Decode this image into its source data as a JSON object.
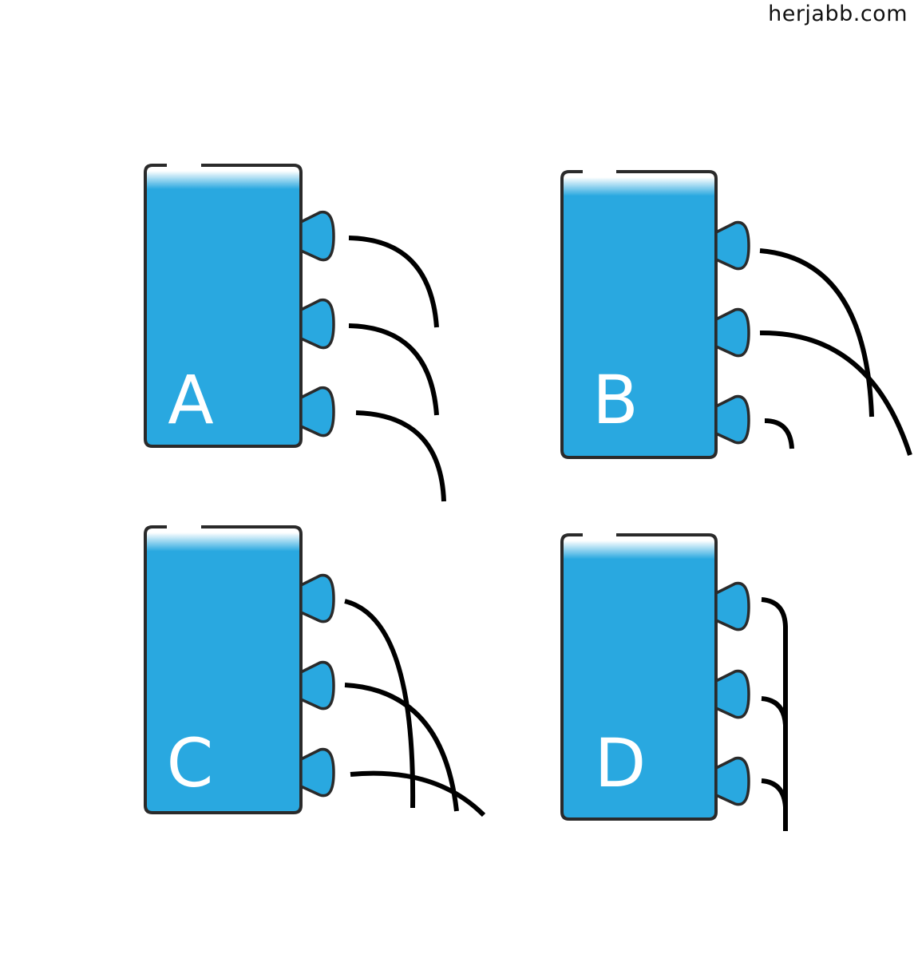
{
  "watermark": "herjabb.com",
  "colors": {
    "water": "#29a8e0",
    "outline": "#2a2a2a",
    "stream": "#000000",
    "label": "#ffffff"
  },
  "tanks": [
    {
      "id": "A",
      "label": "A",
      "nozzles": 3,
      "streams": 3
    },
    {
      "id": "B",
      "label": "B",
      "nozzles": 3,
      "streams": 3
    },
    {
      "id": "C",
      "label": "C",
      "nozzles": 3,
      "streams": 3
    },
    {
      "id": "D",
      "label": "D",
      "nozzles": 3,
      "streams": 3
    }
  ]
}
